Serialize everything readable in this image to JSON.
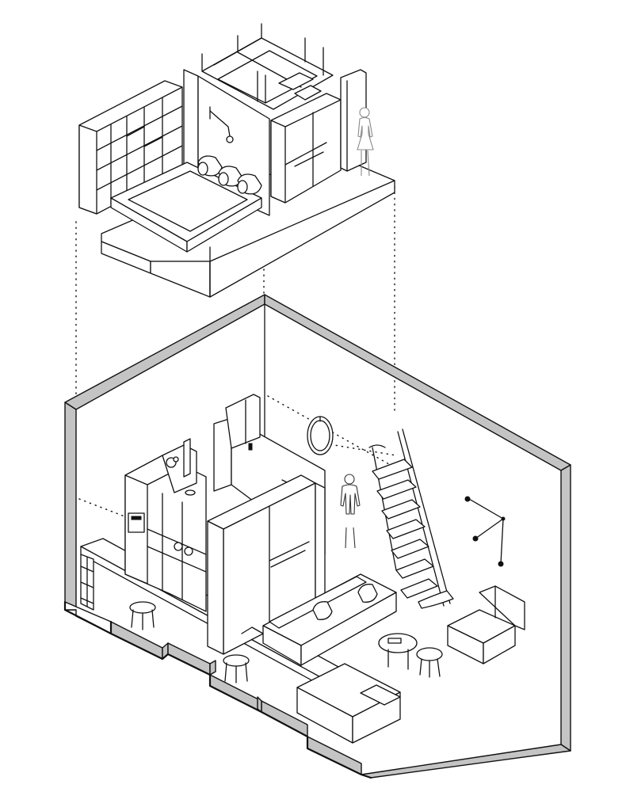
{
  "diagram": {
    "style": "isometric line drawing, black strokes on white",
    "views": [
      "upper-level",
      "lower-level"
    ],
    "colors": {
      "line": "#111111",
      "wall_cut": "#c4c4c4",
      "background": "#ffffff",
      "figure": "#888888"
    }
  }
}
